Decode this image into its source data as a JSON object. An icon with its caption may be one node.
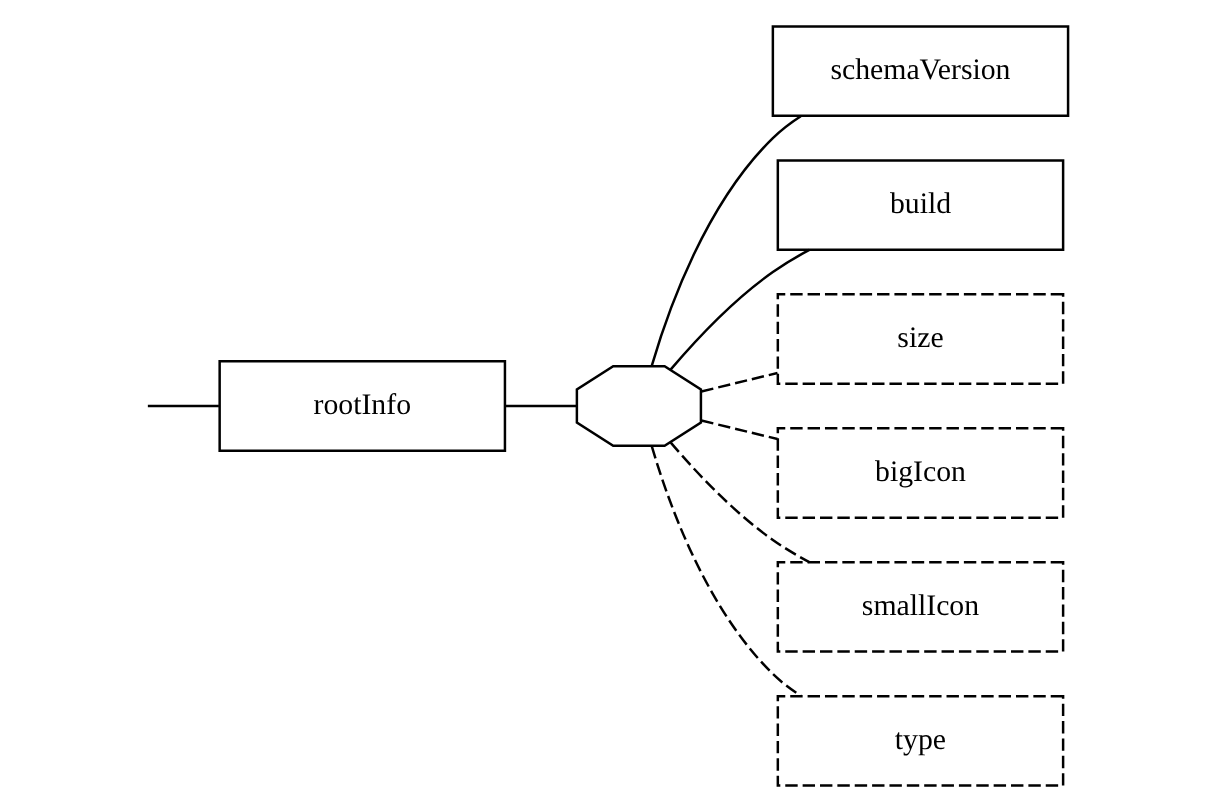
{
  "diagram": {
    "nodes": [
      {
        "text": [
          "rootInfo"
        ]
      },
      {
        "text": [],
        "shape": "octagon"
      },
      {
        "text": [
          "schemaVersion"
        ]
      },
      {
        "text": [
          "build"
        ]
      },
      {
        "text": [
          "size"
        ]
      },
      {
        "text": [
          "bigIcon"
        ]
      },
      {
        "text": [
          "smallIcon"
        ]
      },
      {
        "text": [
          "type"
        ]
      }
    ],
    "edges": [
      {
        "from": null,
        "to": 0,
        "arrow": "none"
      },
      {
        "from": 0,
        "to": 1,
        "arrow": "none"
      },
      {
        "from": 1,
        "to": 2,
        "arrow": "none"
      },
      {
        "from": 1,
        "to": 3,
        "arrow": "none"
      },
      {
        "from": 1,
        "to": 4,
        "arrow": "none",
        "style": "dashed"
      },
      {
        "from": 1,
        "to": 5,
        "arrow": "none",
        "style": "dashed"
      },
      {
        "from": 1,
        "to": 6,
        "arrow": "none",
        "style": "dashed"
      },
      {
        "from": 1,
        "to": 7,
        "arrow": "none",
        "style": "dashed"
      }
    ]
  }
}
